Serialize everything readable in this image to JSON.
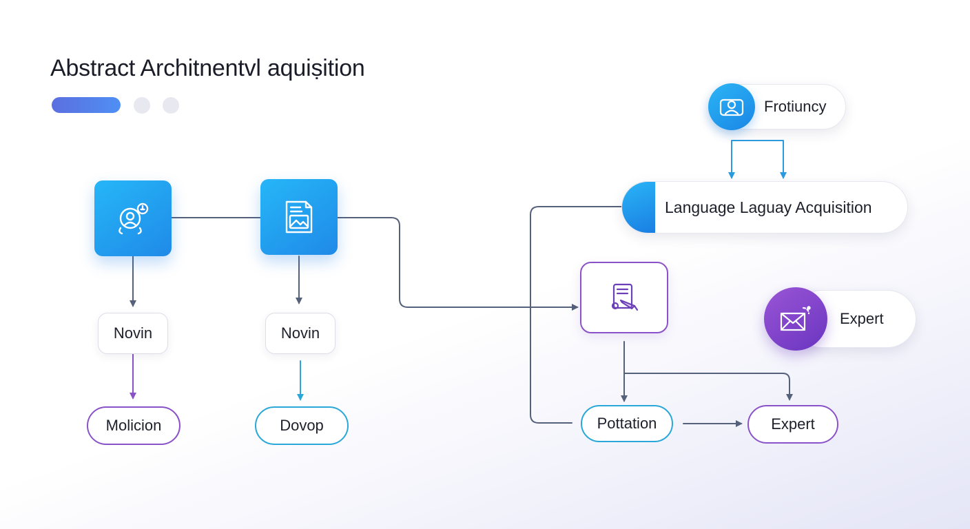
{
  "header": {
    "title": "Abstract Architnentvl aquiṣition"
  },
  "colors": {
    "blue_tile": "#1f8ae8",
    "purple_accent": "#8a52c9",
    "cyan_accent": "#28a7d8",
    "connector": "#55607a"
  },
  "nodes": {
    "tile_left_icon": "person-badge-icon",
    "tile_mid_icon": "document-image-icon",
    "novin_left": "Novin",
    "novin_mid": "Novin",
    "molicion": "Molicion",
    "dovop": "Dovop",
    "frotiuncy": "Frotiuncy",
    "frotiuncy_icon": "user-icon",
    "language": "Language Laguay Acquisition",
    "writing_card_icon": "document-pen-icon",
    "expert_top": "Expert",
    "expert_top_icon": "envelope-icon",
    "pottation": "Pottation",
    "expert_bottom": "Expert"
  }
}
